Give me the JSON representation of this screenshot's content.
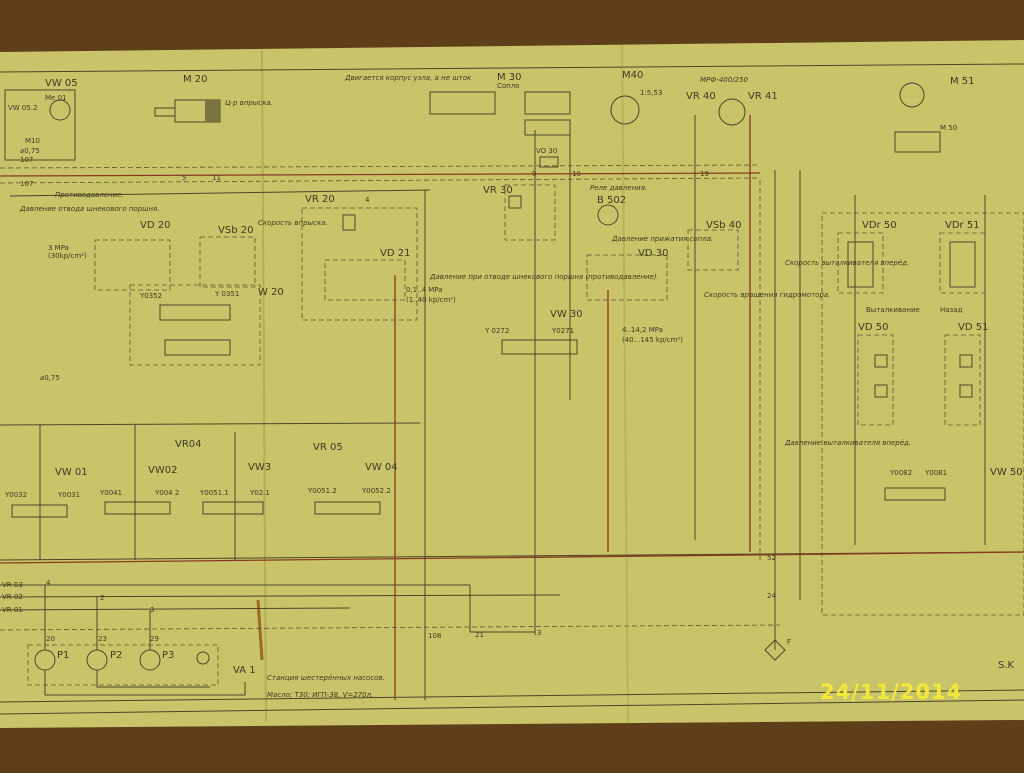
{
  "labels": {
    "vw05": "VW 05",
    "vw052": "VW 05.2",
    "me01": "Me 01",
    "m10": "M10",
    "d075a": "⌀0,75",
    "m20": "M 20",
    "m20_note": "Ц-р впрыска.",
    "note_top": "Двигается корпус узла, а не шток",
    "m30": "M 30",
    "m30_sub": "Сопло",
    "m40": "M40",
    "m40_ratio": "1:5,53",
    "motor_note": "МРФ-400/250",
    "vr40": "VR 40",
    "vr41": "VR 41",
    "m51": "M 51",
    "m50": "M 50",
    "vo30": "VO 30",
    "vr30": "VR 30",
    "b502": "B 502",
    "b502_note": "Реле давления.",
    "vr20": "VR 20",
    "vd20": "VD 20",
    "vd20_note": "Давление отвода шнекового поршня.",
    "vd20_p": "3 MPa",
    "vd20_p2": "(30kp/cm²)",
    "vsb20": "VSb 20",
    "vsb20_note": "Скорость впрыска.",
    "vd21": "VD 21",
    "vd21_note": "Давление при отводе шнекового поршня (противодавление).",
    "vd21_p": "0,1..4 MPa",
    "vd21_p2": "(1..40 kp/cm²)",
    "w20": "W 20",
    "y0352": "Y0352",
    "y0351": "Y 0351",
    "d075b": "⌀0,75",
    "counter": "Противодавление.",
    "vd30": "VD 30",
    "vd30_note": "Давление прижатия сопла.",
    "vd30_p": "4..14,2 MPa",
    "vd30_p2": "(40...145 kp/cm²)",
    "vw30": "VW 30",
    "y0272": "Y 0272",
    "y0271": "Y0271",
    "vsb40": "VSb 40",
    "vsb40_note": "Скорость вращения гидромотора.",
    "ejector_note": "Скорость выталкивателя вперёд.",
    "ejector_fwd": "Давление выталкивателя вперёд.",
    "vdr50": "VDr 50",
    "vdr51": "VDr 51",
    "vd50": "VD 50",
    "vd51": "VD 51",
    "vw50": "VW 50",
    "push": "Выталкивание",
    "back": "Назад",
    "vr04": "VR04",
    "vr05": "VR 05",
    "vw01": "VW 01",
    "vw02": "VW02",
    "vw03": "VW3",
    "vw04": "VW 04",
    "y0032": "Y0032",
    "y0031": "Y0031",
    "y0041": "Y0041",
    "y0042": "Y004 2",
    "y00511": "Y0051.1",
    "y021": "Y02.1",
    "y00512": "Y0051.2",
    "y00522": "Y0052.2",
    "y0082": "Y0082",
    "y0081": "Y0081",
    "vr03": "VR 03",
    "vr02": "VR 02",
    "vr01": "VR 01",
    "p1": "P1",
    "p2": "P2",
    "p3": "P3",
    "va1": "VA 1",
    "pumps_note": "Станция шестерённых насосов.",
    "oil_note": "Масло; Т30; ИГП-38, V=270л.",
    "f": "F",
    "corner": "S.K",
    "n107a": "107",
    "n107b": "107",
    "n5": "5",
    "n11": "11",
    "n4": "4",
    "n9": "9",
    "n10": "10",
    "n19": "19",
    "n20": "20",
    "n23": "23",
    "n29": "29",
    "n108": "108",
    "n21": "21",
    "n3": "3",
    "n2": "2",
    "n4b": "4",
    "n3b": "3",
    "n52": "52",
    "n24": "24"
  },
  "timestamp": "24/11/2014",
  "colors": {
    "paper": "#cbc66c",
    "ink": "#4a4628",
    "pressure_line": "#8a3a1e",
    "stamp": "#f2e83a"
  }
}
